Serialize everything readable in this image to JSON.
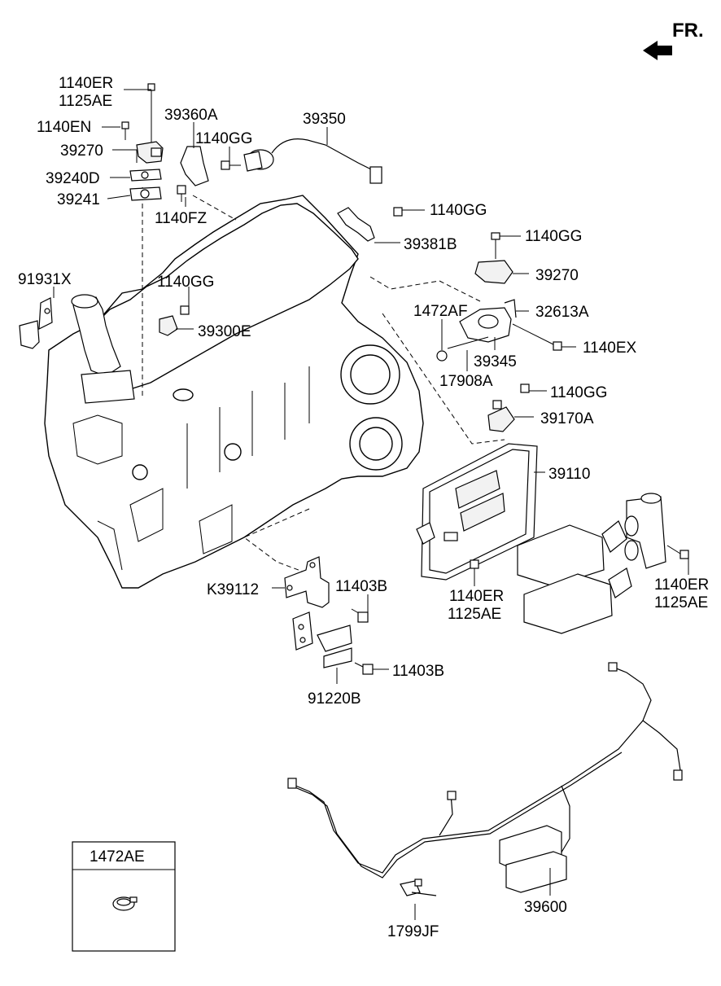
{
  "orientation": {
    "label": "FR.",
    "icon": "front-arrow-icon"
  },
  "labels": {
    "l_1140ER_top": "1140ER",
    "l_1125AE_top": "1125AE",
    "l_1140EN": "1140EN",
    "l_39270_left": "39270",
    "l_39240D": "39240D",
    "l_39241": "39241",
    "l_39360A": "39360A",
    "l_1140GG_a": "1140GG",
    "l_1140FZ": "1140FZ",
    "l_39350": "39350",
    "l_1140GG_b": "1140GG",
    "l_39381B": "39381B",
    "l_1140GG_c": "1140GG",
    "l_39270_right": "39270",
    "l_91931X": "91931X",
    "l_1140GG_d": "1140GG",
    "l_39300E": "39300E",
    "l_1472AF": "1472AF",
    "l_32613A": "32613A",
    "l_1140EX": "1140EX",
    "l_39345": "39345",
    "l_17908A": "17908A",
    "l_1140GG_e": "1140GG",
    "l_39170A": "39170A",
    "l_39110": "39110",
    "l_K39112": "K39112",
    "l_11403B_a": "11403B",
    "l_1140ER_mid": "1140ER",
    "l_1125AE_mid": "1125AE",
    "l_1140ER_right": "1140ER",
    "l_1125AE_right": "1125AE",
    "l_11403B_b": "11403B",
    "l_91220B": "91220B",
    "l_39600": "39600",
    "l_1799JF": "1799JF"
  },
  "inset": {
    "title": "1472AE",
    "icon": "clamp-icon"
  },
  "icons": {
    "engine": "engine-block-icon",
    "ecu": "ecu-module-icon",
    "harness": "wiring-harness-icon",
    "bolt": "bolt-icon",
    "sensor": "sensor-icon",
    "bracket": "bracket-icon"
  }
}
